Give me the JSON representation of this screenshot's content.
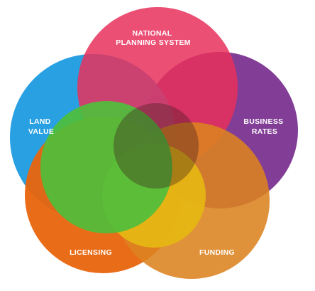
{
  "diagram": {
    "type": "venn",
    "sets": [
      {
        "id": "national-planning-system",
        "label_lines": [
          "NATIONAL",
          "PLANNING SYSTEM"
        ],
        "color": "#E8305C"
      },
      {
        "id": "business-rates",
        "label_lines": [
          "BUSINESS",
          "RATES"
        ],
        "color": "#7B3490"
      },
      {
        "id": "funding",
        "label_lines": [
          "FUNDING"
        ],
        "color": "#DC8320"
      },
      {
        "id": "licensing",
        "label_lines": [
          "LICENSING"
        ],
        "color": "#E8650D"
      },
      {
        "id": "land-value",
        "label_lines": [
          "LAND",
          "VALUE"
        ],
        "color": "#1E9BE0"
      },
      {
        "id": "center-overlay",
        "label_lines": [],
        "color": "#4FBE3C"
      },
      {
        "id": "bottom-overlay",
        "label_lines": [],
        "color": "#E6B812"
      }
    ]
  }
}
